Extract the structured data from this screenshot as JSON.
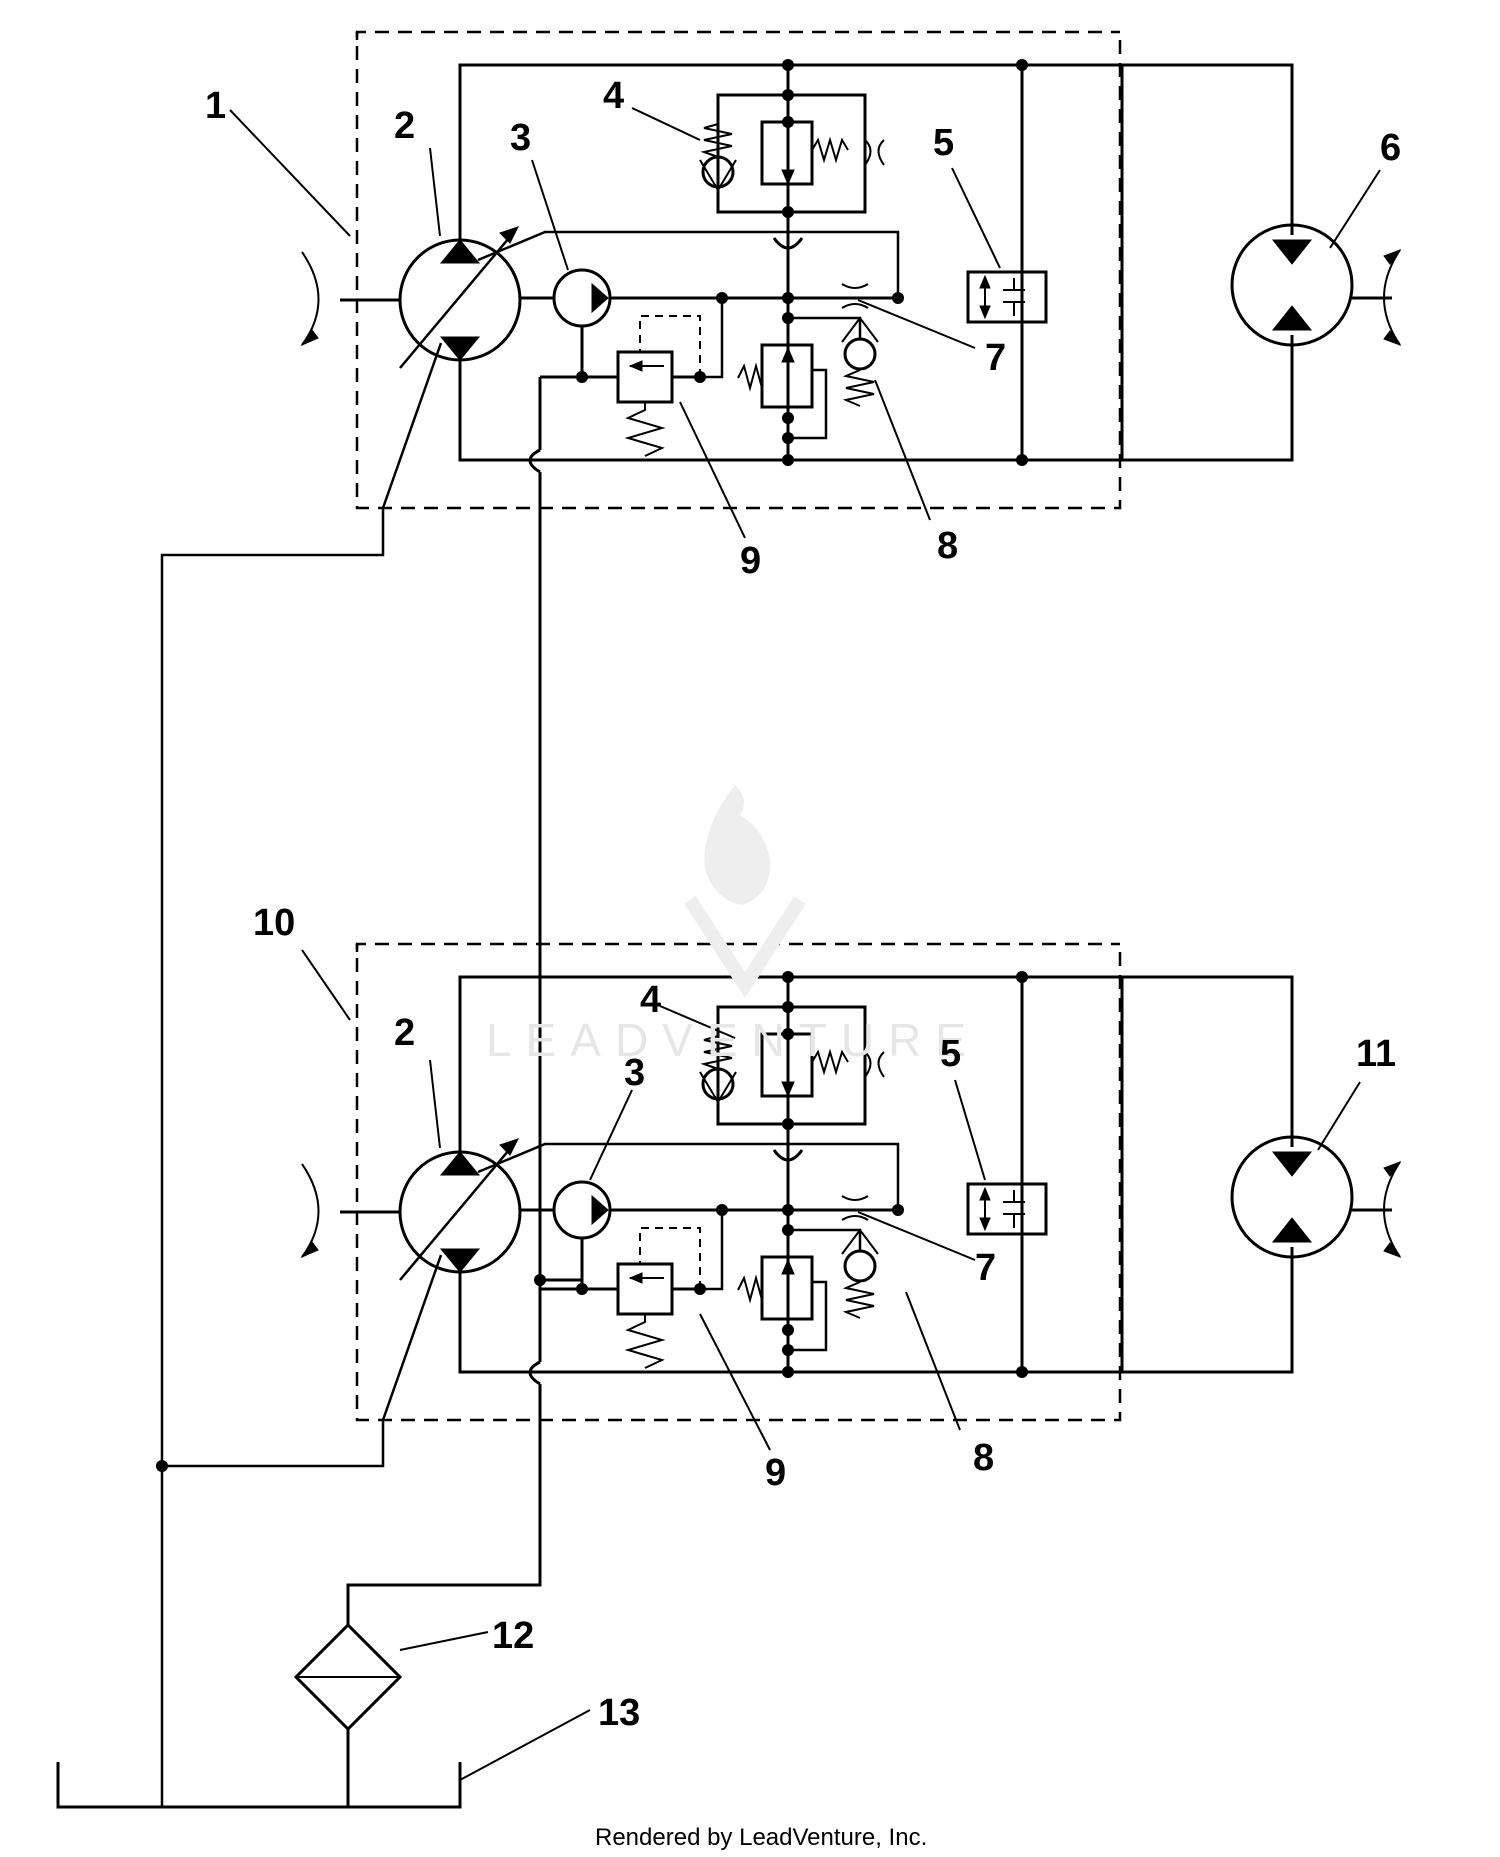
{
  "labels": {
    "upper_pump_assembly": "1",
    "upper_variable_pump": "2",
    "upper_charge_pump": "3",
    "upper_relief_valve": "4",
    "upper_bypass_valve": "5",
    "upper_wheel_motor": "6",
    "upper_orifice": "7",
    "upper_check_relief_valve": "8",
    "upper_charge_relief_valve": "9",
    "lower_pump_assembly": "10",
    "lower_variable_pump": "2",
    "lower_charge_pump": "3",
    "lower_relief_valve": "4",
    "lower_bypass_valve": "5",
    "lower_wheel_motor": "11",
    "lower_orifice": "7",
    "lower_check_relief_valve": "8",
    "lower_charge_relief_valve": "9",
    "filter": "12",
    "reservoir": "13"
  },
  "watermark": "LEADVENTURE",
  "credit": "Rendered by LeadVenture, Inc."
}
